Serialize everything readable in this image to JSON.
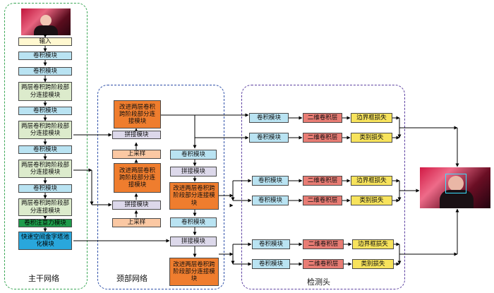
{
  "backbone": {
    "label": "主干网络",
    "input": "输入",
    "conv": "卷积模块",
    "csp": "两层卷积跨阶段部分连接模块",
    "attention": "卷积注意力模块",
    "spp": "快速空间金字塔池化模块"
  },
  "neck": {
    "label": "颈部网络",
    "csp2": "改进两层卷积跨阶段部分连接模块",
    "concat": "拼接模块",
    "upsample": "上采样",
    "conv": "卷积模块"
  },
  "head": {
    "label": "检测头",
    "conv": "卷积模块",
    "conv2d": "二维卷积层",
    "bbox_loss": "边界框损失",
    "cls_loss": "类别损失"
  },
  "colors": {
    "backbone_border": "#3aa655",
    "neck_border": "#2e4fa8",
    "head_border": "#5b3fa0"
  }
}
